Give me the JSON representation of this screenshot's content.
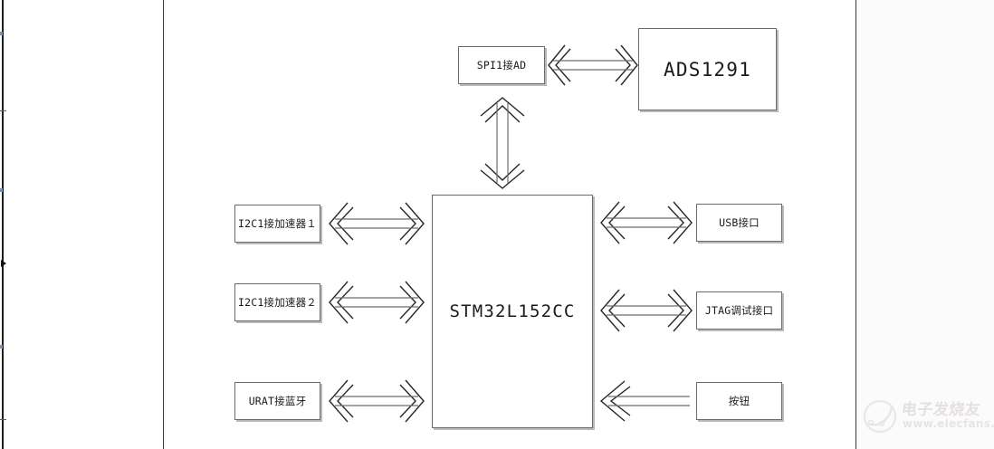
{
  "page": {
    "background_color": "#ffffff",
    "block_border_color": "#6b6b6b",
    "arrow_color": "#262626",
    "text_color": "#1a1a1a"
  },
  "diagram": {
    "title_block": {
      "label": "STM32L152CC"
    },
    "blocks": [
      {
        "id": "spi1-ad",
        "label": "SPI1接AD"
      },
      {
        "id": "ads1291",
        "label": "ADS1291"
      },
      {
        "id": "i2c1-accel-1",
        "label": "I2C1接加速器１"
      },
      {
        "id": "i2c1-accel-2",
        "label": "I2C1接加速器２"
      },
      {
        "id": "urat-bt",
        "label": "URAT接蓝牙"
      },
      {
        "id": "usb-port",
        "label": "USB接口"
      },
      {
        "id": "jtag-port",
        "label": "JTAG调试接口"
      },
      {
        "id": "button",
        "label": "按钮"
      }
    ],
    "connections": [
      {
        "id": "conn-spi1-ads1291",
        "from": "spi1-ad",
        "to": "ads1291",
        "direction": "bidirectional",
        "orientation": "horizontal"
      },
      {
        "id": "conn-spi1-mcu",
        "from": "spi1-ad",
        "to": "mcu",
        "direction": "bidirectional",
        "orientation": "vertical"
      },
      {
        "id": "conn-accel1-mcu",
        "from": "i2c1-accel-1",
        "to": "mcu",
        "direction": "bidirectional",
        "orientation": "horizontal"
      },
      {
        "id": "conn-accel2-mcu",
        "from": "i2c1-accel-2",
        "to": "mcu",
        "direction": "bidirectional",
        "orientation": "horizontal"
      },
      {
        "id": "conn-urat-mcu",
        "from": "urat-bt",
        "to": "mcu",
        "direction": "bidirectional",
        "orientation": "horizontal"
      },
      {
        "id": "conn-mcu-usb",
        "from": "mcu",
        "to": "usb-port",
        "direction": "bidirectional",
        "orientation": "horizontal"
      },
      {
        "id": "conn-mcu-jtag",
        "from": "mcu",
        "to": "jtag-port",
        "direction": "bidirectional",
        "orientation": "horizontal"
      },
      {
        "id": "conn-button-mcu",
        "from": "button",
        "to": "mcu",
        "direction": "left",
        "orientation": "horizontal"
      }
    ]
  },
  "watermark": {
    "brand_cn": "电子发烧友",
    "url": "www.elecfans.com"
  }
}
